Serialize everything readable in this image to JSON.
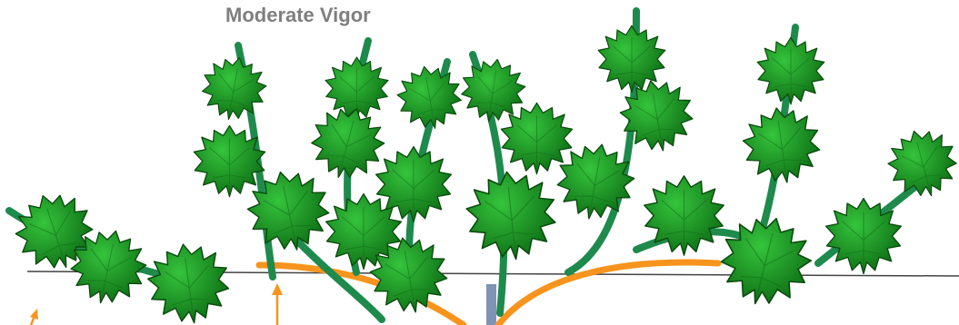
{
  "diagram": {
    "title": "Moderate Vigor",
    "colors": {
      "background": "#ffffff",
      "title_text": "#7f7f7f",
      "shoot": "#1e8a4c",
      "leaf_light": "#35c43c",
      "leaf_dark": "#0d6b14",
      "leaf_outline": "#0a4a0e",
      "cordon_wire": "#444444",
      "cordon_arm": "#f7941d",
      "arrow": "#f7941d",
      "trunk": "#7f93b4"
    },
    "elements": [
      "cordon-wire",
      "cordon-arm",
      "trunk",
      "arrow",
      "shoot",
      "leaf"
    ]
  }
}
